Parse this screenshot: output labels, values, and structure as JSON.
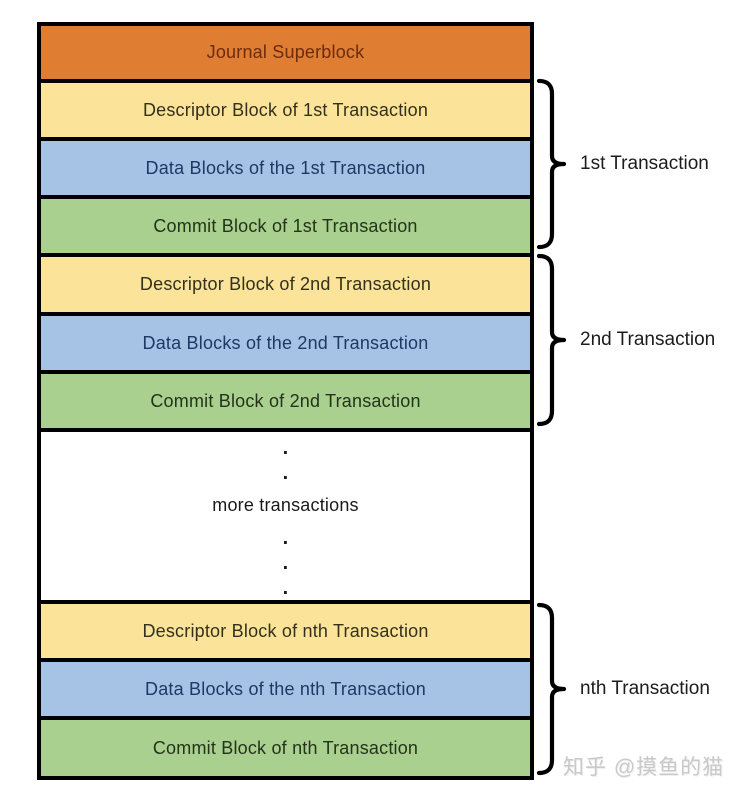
{
  "colors": {
    "orange_bg": "#DF7D33",
    "orange_text": "#6B2C0D",
    "yellow_bg": "#FBE499",
    "yellow_text": "#33301C",
    "blue_bg": "#A6C3E5",
    "blue_text": "#1F3864",
    "green_bg": "#A9D08F",
    "green_text": "#24331A",
    "border": "#000000",
    "label_text": "#1C1C1C",
    "watermark_text": "#C9C9C9"
  },
  "blocks": [
    {
      "label": "Journal Superblock",
      "type": "superblock"
    },
    {
      "label": "Descriptor Block of 1st Transaction",
      "type": "descriptor"
    },
    {
      "label": "Data Blocks of the 1st Transaction",
      "type": "data"
    },
    {
      "label": "Commit Block of 1st Transaction",
      "type": "commit"
    },
    {
      "label": "Descriptor Block of 2nd Transaction",
      "type": "descriptor"
    },
    {
      "label": "Data Blocks of the 2nd Transaction",
      "type": "data"
    },
    {
      "label": "Commit Block of 2nd Transaction",
      "type": "commit"
    },
    {
      "label": "more transactions",
      "type": "ellipsis"
    },
    {
      "label": "Descriptor Block of nth Transaction",
      "type": "descriptor"
    },
    {
      "label": "Data Blocks of the nth Transaction",
      "type": "data"
    },
    {
      "label": "Commit Block of nth Transaction",
      "type": "commit"
    }
  ],
  "more_section": {
    "dot": "."
  },
  "transaction_labels": [
    {
      "label": "1st Transaction"
    },
    {
      "label": "2nd Transaction"
    },
    {
      "label": "nth Transaction"
    }
  ],
  "watermark": {
    "text": "知乎 @摸鱼的猫"
  }
}
